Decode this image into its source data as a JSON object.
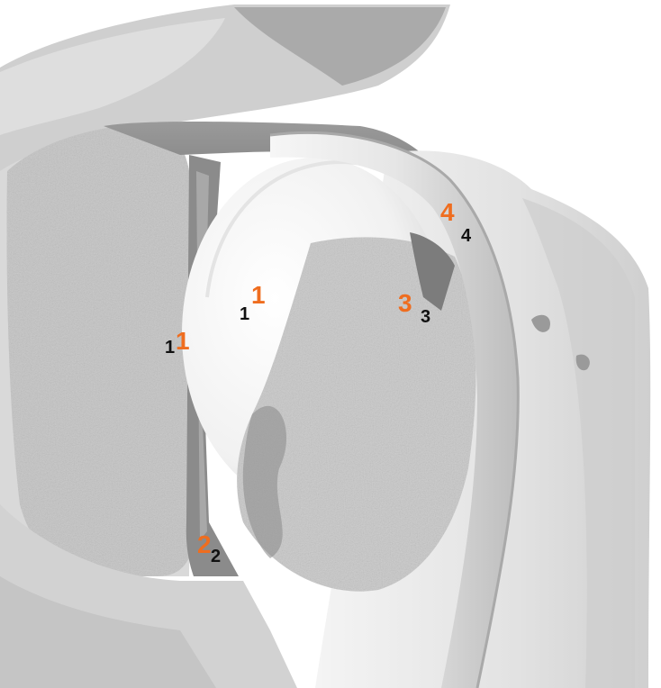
{
  "labels": {
    "glenoid_orange": "1",
    "glenoid_black": "1",
    "head_orange": "1",
    "head_black": "1",
    "inferior_orange": "2",
    "inferior_black": "2",
    "posterior_orange": "3",
    "posterior_black": "3",
    "superior_orange": "4",
    "superior_black": "4"
  },
  "colors": {
    "orange_label": "#ef6d1f",
    "black_label": "#111111"
  }
}
